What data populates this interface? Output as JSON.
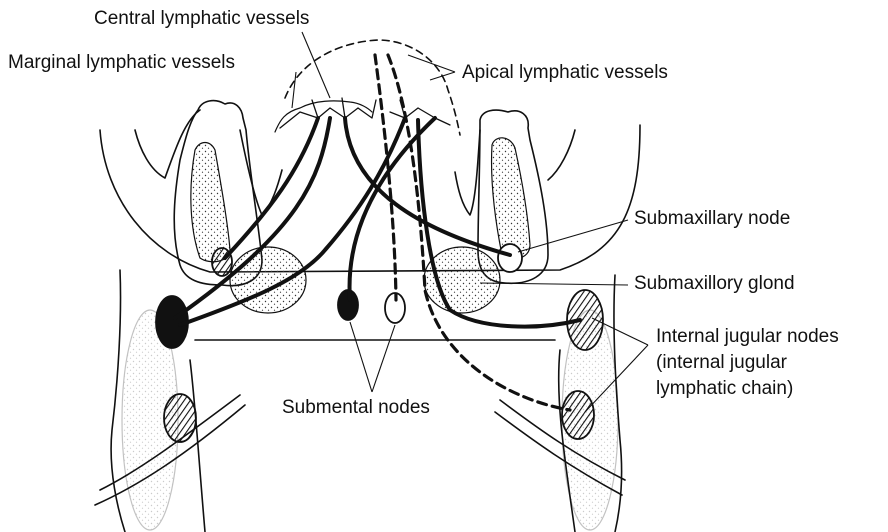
{
  "labels": {
    "central": "Central lymphatic vessels",
    "marginal": "Marginal lymphatic vessels",
    "apical": "Apical lymphatic vessels",
    "submaxillary_node": "Submaxillary node",
    "submaxillary_gland": "Submaxillory glond",
    "internal_jugular_line1": "Internal jugular nodes",
    "internal_jugular_line2": "(internal jugular",
    "internal_jugular_line3": "lymphatic chain)",
    "submental": "Submental nodes"
  },
  "colors": {
    "ink": "#111111",
    "background": "#ffffff"
  }
}
